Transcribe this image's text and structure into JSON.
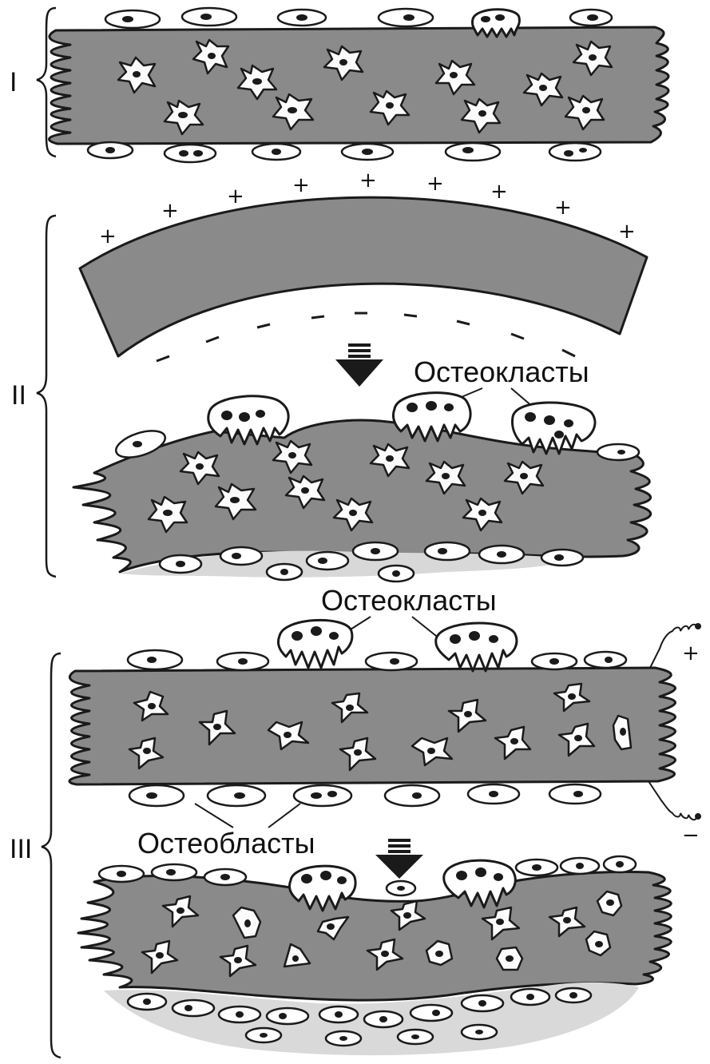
{
  "sections": [
    {
      "numeral": "I"
    },
    {
      "numeral": "II"
    },
    {
      "numeral": "III"
    }
  ],
  "labels": {
    "osteoclasts_1": "Остеокласты",
    "osteoclasts_2": "Остеокласты",
    "osteoblasts": "Остеобласты"
  },
  "charges": {
    "plus": "+",
    "minus": "−"
  },
  "colors": {
    "bone_matrix": "#8a8a8a",
    "cell_fill": "#ffffff",
    "outline": "#1a1a1a"
  }
}
